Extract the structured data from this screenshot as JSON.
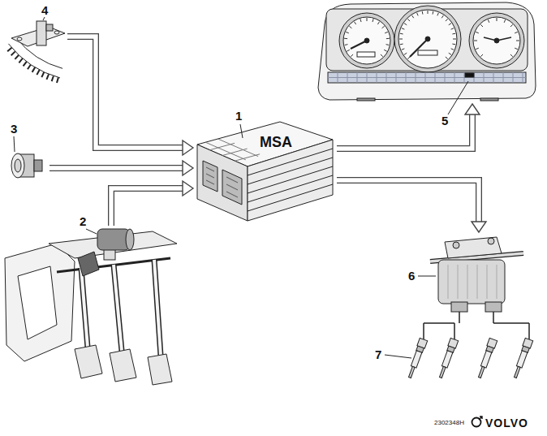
{
  "diagram": {
    "nodes": [
      {
        "text": [
          "4"
        ]
      },
      {
        "text": [
          "3"
        ]
      },
      {
        "text": [
          "2"
        ]
      },
      {
        "text": [
          "1",
          "MSA"
        ]
      },
      {
        "text": [
          "5"
        ]
      },
      {
        "text": [
          "6"
        ]
      }
    ],
    "edges": [
      {
        "from": 0,
        "to": 3,
        "arrow": "to"
      },
      {
        "from": 1,
        "to": 3,
        "arrow": "to"
      },
      {
        "from": 2,
        "to": 3,
        "arrow": "to"
      },
      {
        "from": 3,
        "to": 4,
        "arrow": "to"
      },
      {
        "from": 3,
        "to": 5,
        "arrow": "to"
      }
    ],
    "labels": [
      "7",
      "2302348H",
      "VOLVO"
    ]
  }
}
